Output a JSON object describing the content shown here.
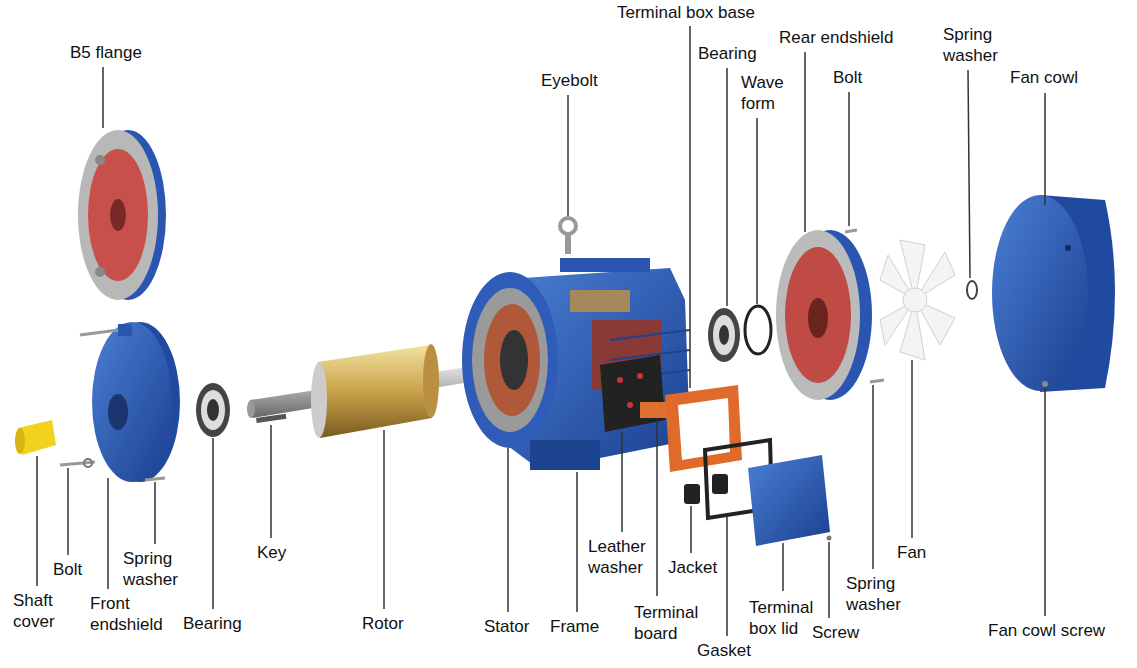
{
  "diagram": {
    "labels": [
      "Terminal box base",
      "Rear endshield",
      "Spring washer",
      "B5 flange",
      "Bearing",
      "Eyebolt",
      "Bolt",
      "Fan cowl",
      "Wave form",
      "Spring washer",
      "Fan",
      "Key",
      "Leather washer",
      "Jacket",
      "Bolt",
      "Spring washer",
      "Shaft cover",
      "Front endshield",
      "Terminal board",
      "Terminal box lid",
      "Bearing",
      "Rotor",
      "Stator",
      "Frame",
      "Screw",
      "Fan cowl screw",
      "Gasket"
    ]
  }
}
